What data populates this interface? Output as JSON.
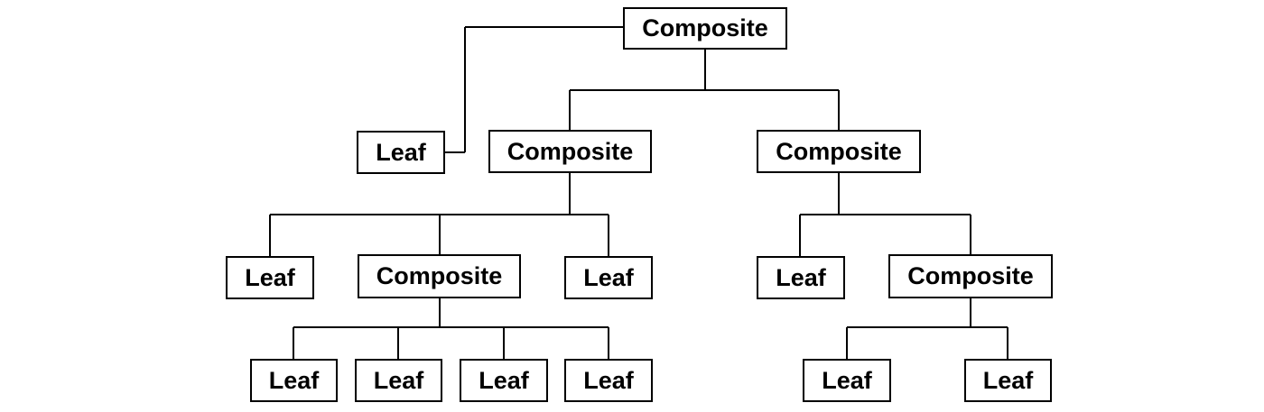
{
  "diagram": {
    "nodes": {
      "root": {
        "label": "Composite"
      },
      "leaf1": {
        "label": "Leaf"
      },
      "comp1": {
        "label": "Composite"
      },
      "comp2": {
        "label": "Composite"
      },
      "leaf2": {
        "label": "Leaf"
      },
      "comp3": {
        "label": "Composite"
      },
      "leaf3": {
        "label": "Leaf"
      },
      "leaf4": {
        "label": "Leaf"
      },
      "comp4": {
        "label": "Composite"
      },
      "leaf5": {
        "label": "Leaf"
      },
      "leaf6": {
        "label": "Leaf"
      },
      "leaf7": {
        "label": "Leaf"
      },
      "leaf8": {
        "label": "Leaf"
      },
      "leaf9": {
        "label": "Leaf"
      },
      "leaf10": {
        "label": "Leaf"
      }
    },
    "edges": [
      [
        "root",
        "leaf1"
      ],
      [
        "root",
        "comp1"
      ],
      [
        "root",
        "comp2"
      ],
      [
        "comp1",
        "leaf2"
      ],
      [
        "comp1",
        "comp3"
      ],
      [
        "comp1",
        "leaf3"
      ],
      [
        "comp2",
        "leaf4"
      ],
      [
        "comp2",
        "comp4"
      ],
      [
        "comp3",
        "leaf5"
      ],
      [
        "comp3",
        "leaf6"
      ],
      [
        "comp3",
        "leaf7"
      ],
      [
        "comp3",
        "leaf8"
      ],
      [
        "comp4",
        "leaf9"
      ],
      [
        "comp4",
        "leaf10"
      ]
    ],
    "colors": {
      "line": "#000000",
      "box_border": "#000000",
      "box_fill": "#ffffff",
      "text": "#000000"
    }
  }
}
